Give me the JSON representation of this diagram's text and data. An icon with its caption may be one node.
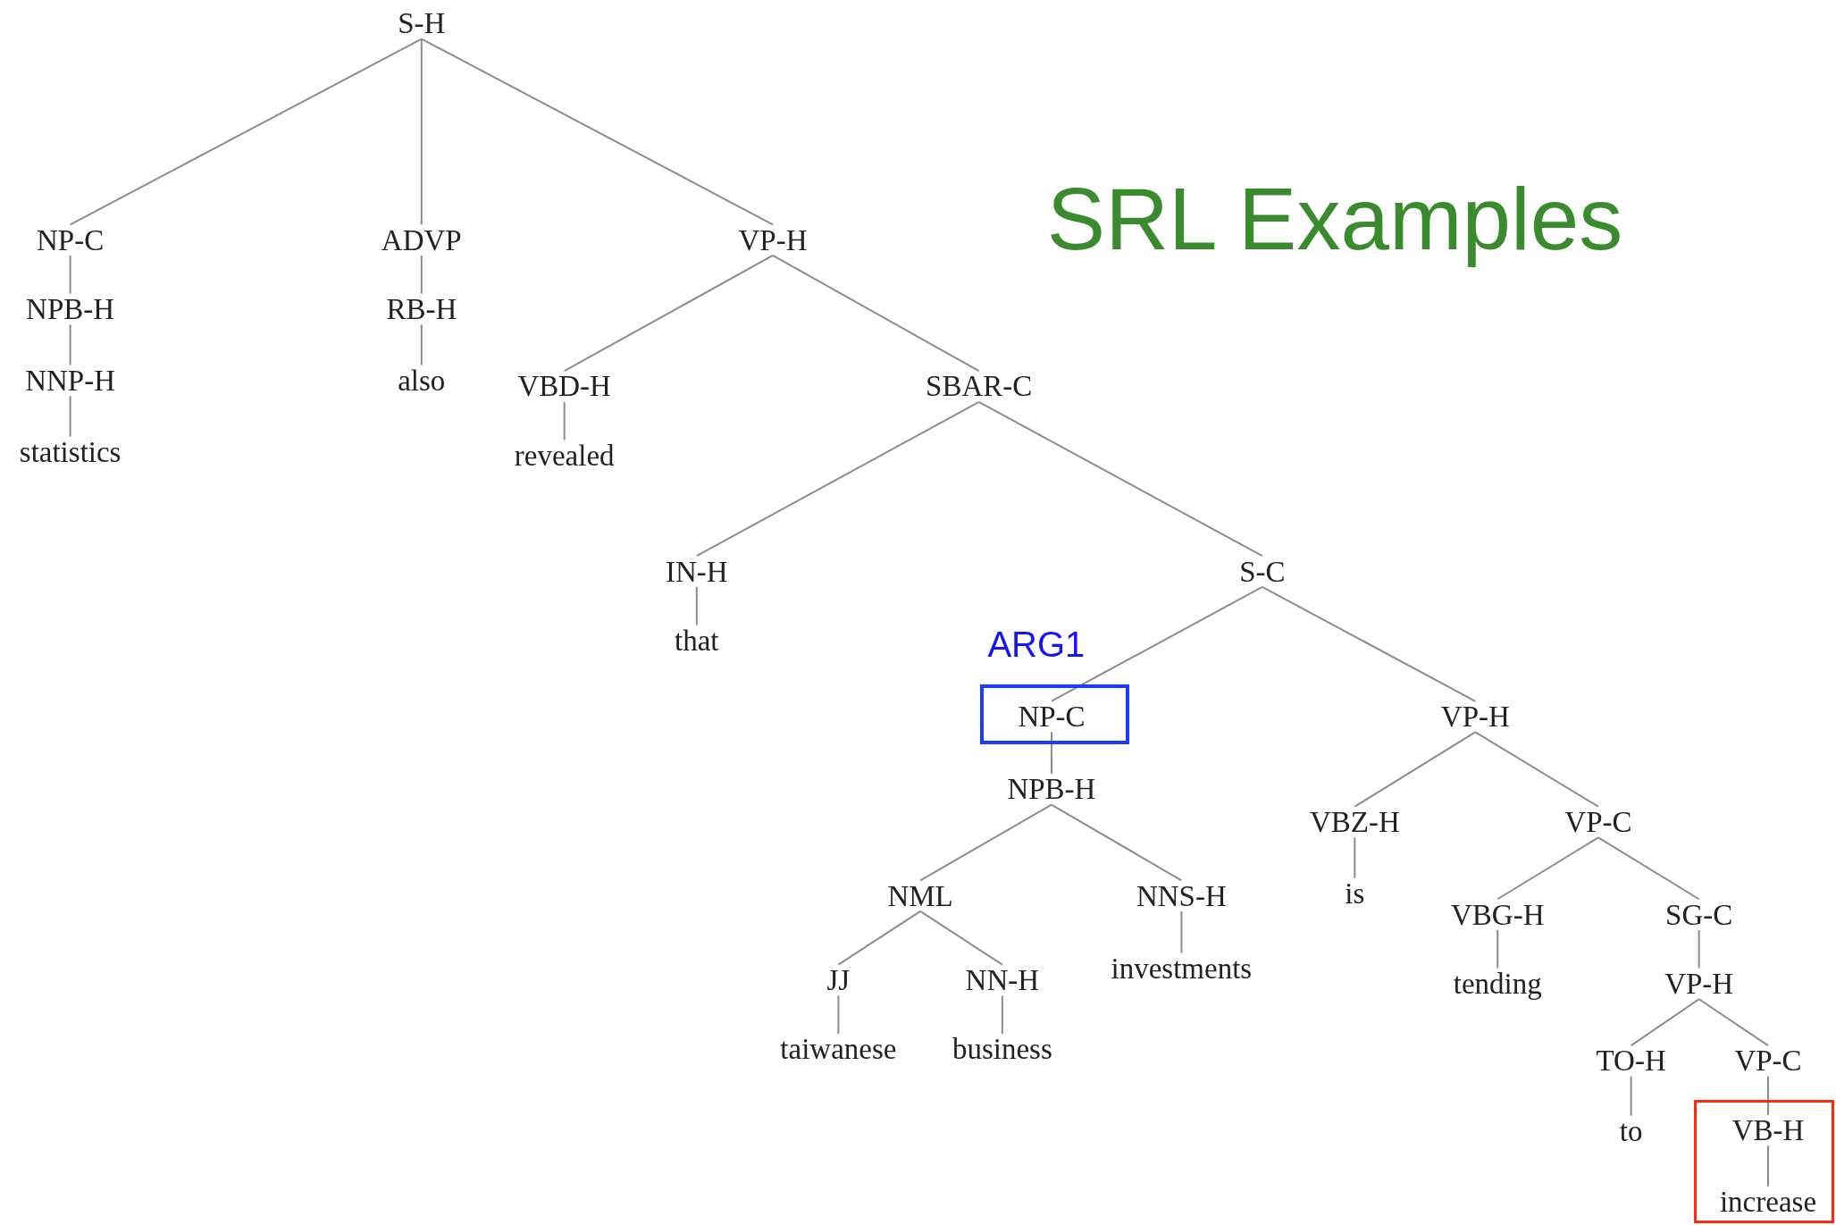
{
  "diagram": {
    "title": "SRL Examples",
    "nodes": [
      {
        "text": [
          "S-H"
        ]
      },
      {
        "text": [
          "NP-C"
        ]
      },
      {
        "text": [
          "NPB-H"
        ]
      },
      {
        "text": [
          "NNP-H"
        ]
      },
      {
        "text": [
          "statistics"
        ]
      },
      {
        "text": [
          "ADVP"
        ]
      },
      {
        "text": [
          "RB-H"
        ]
      },
      {
        "text": [
          "also"
        ]
      },
      {
        "text": [
          "VP-H"
        ]
      },
      {
        "text": [
          "VBD-H"
        ]
      },
      {
        "text": [
          "revealed"
        ]
      },
      {
        "text": [
          "SBAR-C"
        ]
      },
      {
        "text": [
          "IN-H"
        ]
      },
      {
        "text": [
          "that"
        ]
      },
      {
        "text": [
          "S-C"
        ]
      },
      {
        "text": [],
        "shape": "box"
      },
      {
        "text": [
          "NP-C"
        ],
        "in": 15
      },
      {
        "text": [
          "NPB-H"
        ]
      },
      {
        "text": [
          "NML"
        ]
      },
      {
        "text": [
          "JJ"
        ]
      },
      {
        "text": [
          "taiwanese"
        ]
      },
      {
        "text": [
          "NN-H"
        ]
      },
      {
        "text": [
          "business"
        ]
      },
      {
        "text": [
          "NNS-H"
        ]
      },
      {
        "text": [
          "investments"
        ]
      },
      {
        "text": [
          "VP-H"
        ]
      },
      {
        "text": [
          "VBZ-H"
        ]
      },
      {
        "text": [
          "is"
        ]
      },
      {
        "text": [
          "VP-C"
        ]
      },
      {
        "text": [
          "VBG-H"
        ]
      },
      {
        "text": [
          "tending"
        ]
      },
      {
        "text": [
          "SG-C"
        ]
      },
      {
        "text": [
          "VP-H"
        ]
      },
      {
        "text": [
          "TO-H"
        ]
      },
      {
        "text": [
          "to"
        ]
      },
      {
        "text": [
          "VP-C"
        ]
      },
      {
        "text": [],
        "shape": "box"
      },
      {
        "text": [
          "VB-H"
        ],
        "in": 36
      },
      {
        "text": [
          "increase"
        ],
        "in": 36
      }
    ],
    "edges": [
      {
        "from": 0,
        "to": 1,
        "arrow": "none"
      },
      {
        "from": 0,
        "to": 5,
        "arrow": "none"
      },
      {
        "from": 0,
        "to": 8,
        "arrow": "none"
      },
      {
        "from": 1,
        "to": 2,
        "arrow": "none"
      },
      {
        "from": 2,
        "to": 3,
        "arrow": "none"
      },
      {
        "from": 3,
        "to": 4,
        "arrow": "none"
      },
      {
        "from": 5,
        "to": 6,
        "arrow": "none"
      },
      {
        "from": 6,
        "to": 7,
        "arrow": "none"
      },
      {
        "from": 8,
        "to": 9,
        "arrow": "none"
      },
      {
        "from": 8,
        "to": 11,
        "arrow": "none"
      },
      {
        "from": 9,
        "to": 10,
        "arrow": "none"
      },
      {
        "from": 11,
        "to": 12,
        "arrow": "none"
      },
      {
        "from": 11,
        "to": 14,
        "arrow": "none"
      },
      {
        "from": 12,
        "to": 13,
        "arrow": "none"
      },
      {
        "from": 14,
        "to": 16,
        "arrow": "none"
      },
      {
        "from": 14,
        "to": 25,
        "arrow": "none"
      },
      {
        "from": 16,
        "to": 17,
        "arrow": "none"
      },
      {
        "from": 17,
        "to": 18,
        "arrow": "none"
      },
      {
        "from": 17,
        "to": 23,
        "arrow": "none"
      },
      {
        "from": 18,
        "to": 19,
        "arrow": "none"
      },
      {
        "from": 18,
        "to": 21,
        "arrow": "none"
      },
      {
        "from": 19,
        "to": 20,
        "arrow": "none"
      },
      {
        "from": 21,
        "to": 22,
        "arrow": "none"
      },
      {
        "from": 23,
        "to": 24,
        "arrow": "none"
      },
      {
        "from": 25,
        "to": 26,
        "arrow": "none"
      },
      {
        "from": 25,
        "to": 28,
        "arrow": "none"
      },
      {
        "from": 26,
        "to": 27,
        "arrow": "none"
      },
      {
        "from": 28,
        "to": 29,
        "arrow": "none"
      },
      {
        "from": 28,
        "to": 31,
        "arrow": "none"
      },
      {
        "from": 29,
        "to": 30,
        "arrow": "none"
      },
      {
        "from": 31,
        "to": 32,
        "arrow": "none"
      },
      {
        "from": 32,
        "to": 33,
        "arrow": "none"
      },
      {
        "from": 32,
        "to": 35,
        "arrow": "none"
      },
      {
        "from": 33,
        "to": 34,
        "arrow": "none"
      },
      {
        "from": 35,
        "to": 37,
        "arrow": "none"
      },
      {
        "from": 37,
        "to": 38,
        "arrow": "none"
      }
    ],
    "labels": [
      "ARG1"
    ]
  }
}
